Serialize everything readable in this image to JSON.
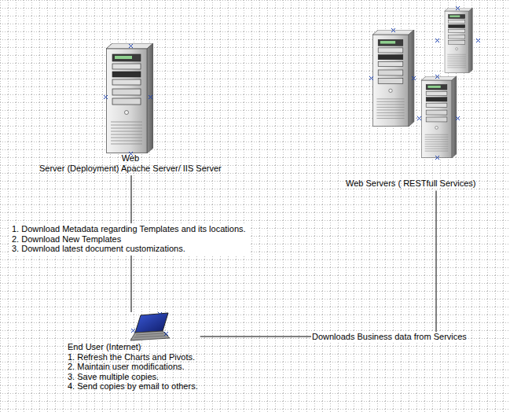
{
  "diagram": {
    "nodes": [
      {
        "text": [
          "Web",
          "Server (Deployment) Apache Server/ IIS Server"
        ]
      },
      {
        "text": [
          "Web Servers ( RESTfull Services)"
        ]
      },
      {
        "text": [
          "End User (Internet)",
          "1. Refresh the Charts and Pivots.",
          "2. Maintain user modifications.",
          "3. Save multiple copies.",
          "4. Send copies by email to others."
        ]
      }
    ],
    "edges": [
      {
        "from": 0,
        "to": 2,
        "arrow": "none"
      },
      {
        "from": 2,
        "to": 1,
        "label": "Downloads Business data from Services",
        "arrow": "none"
      }
    ],
    "labels": [
      "1. Download Metadata regarding Templates and its locations.",
      "2. Download New Templates",
      "3. Download  latest document customizations."
    ]
  }
}
